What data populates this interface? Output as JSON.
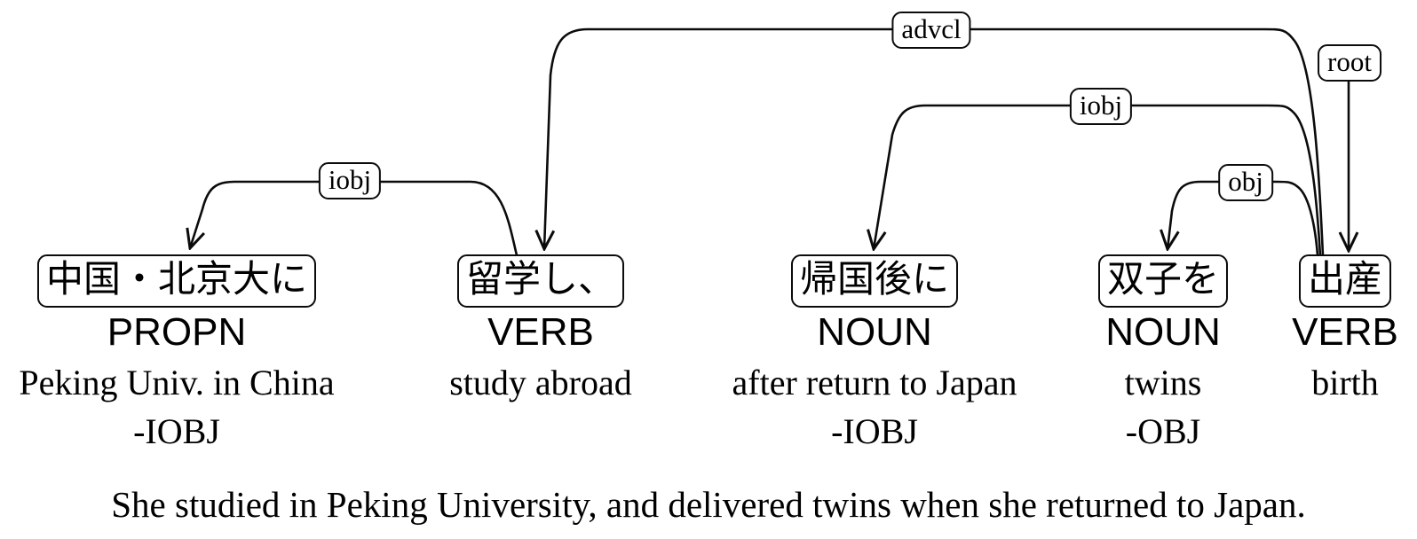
{
  "figure": {
    "type": "dependency-parse-diagram",
    "tokens": [
      {
        "text": "中国・北京大に",
        "pos": "PROPN",
        "gloss": "Peking Univ. in China",
        "deprel": "-IOBJ"
      },
      {
        "text": "留学し、",
        "pos": "VERB",
        "gloss": "study abroad",
        "deprel": ""
      },
      {
        "text": "帰国後に",
        "pos": "NOUN",
        "gloss": "after return to Japan",
        "deprel": "-IOBJ"
      },
      {
        "text": "双子を",
        "pos": "NOUN",
        "gloss": "twins",
        "deprel": "-OBJ"
      },
      {
        "text": "出産",
        "pos": "VERB",
        "gloss": "birth",
        "deprel": ""
      }
    ],
    "arcs": [
      {
        "label": "iobj",
        "from": "留学し、",
        "to": "中国・北京大に"
      },
      {
        "label": "advcl",
        "from": "出産",
        "to": "留学し、"
      },
      {
        "label": "iobj",
        "from": "出産",
        "to": "帰国後に"
      },
      {
        "label": "obj",
        "from": "出産",
        "to": "双子を"
      },
      {
        "label": "root",
        "from": "",
        "to": "出産"
      }
    ],
    "translation": "She studied in Peking University, and delivered twins when she returned to Japan.",
    "colors": {
      "ink": "#0b0b0b",
      "background": "#ffffff"
    }
  }
}
